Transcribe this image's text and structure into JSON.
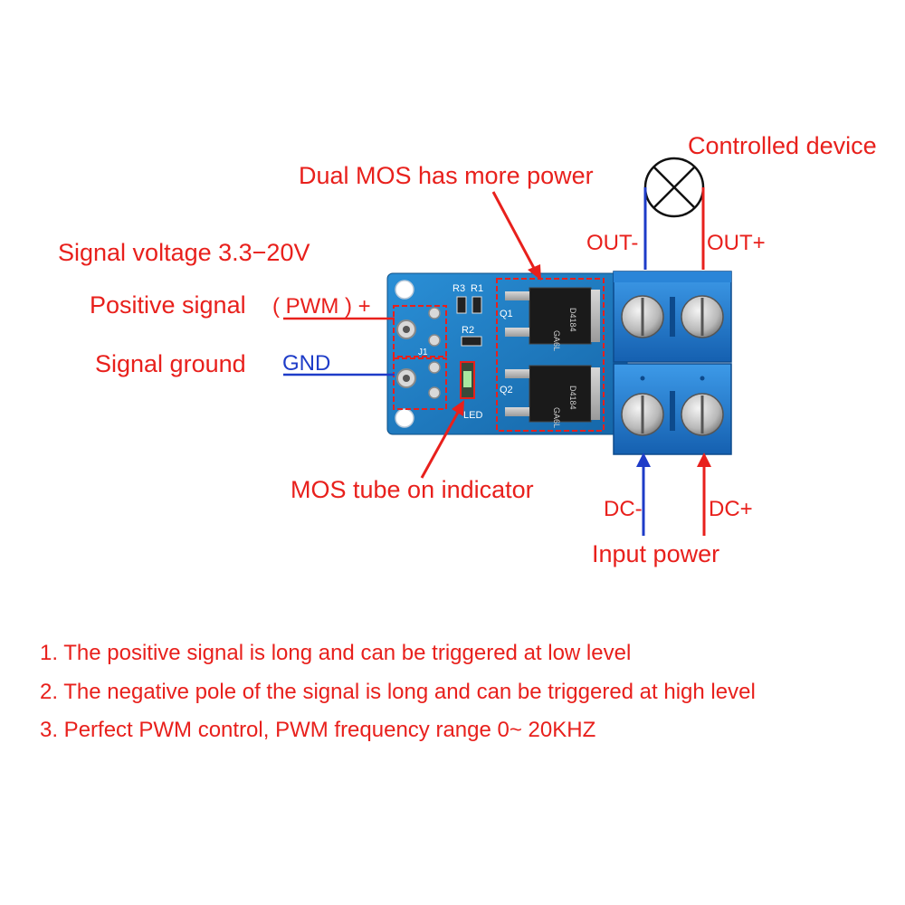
{
  "labels": {
    "controlled_device": "Controlled device",
    "dual_mos": "Dual MOS has more power",
    "out_minus": "OUT-",
    "out_plus": "OUT+",
    "signal_voltage": "Signal voltage 3.3−20V",
    "positive_signal": "Positive signal",
    "pwm_tag": "( PWM ) +",
    "signal_ground": "Signal ground",
    "gnd_tag": "GND",
    "mos_indicator": "MOS tube on indicator",
    "dc_minus": "DC-",
    "dc_plus": "DC+",
    "input_power": "Input power"
  },
  "board": {
    "silkscreen_r3": "R3",
    "silkscreen_r1": "R1",
    "silkscreen_r2": "R2",
    "silkscreen_q1": "Q1",
    "silkscreen_q2": "Q2",
    "silkscreen_led": "LED",
    "silkscreen_j1": "J1",
    "chip_marking_q1": "D4184",
    "chip_marking_q2": "D4184",
    "chip_code": "GA6L"
  },
  "notes": [
    "1. The positive signal is long and can be triggered at low level",
    "2. The negative pole of the signal is long and can be triggered at high level",
    "3. Perfect PWM control, PWM frequency range 0~ 20KHZ"
  ],
  "colors": {
    "annotation_red": "#e8201c",
    "wire_blue": "#1e3cc8",
    "pcb_blue": "#1a7fc4",
    "terminal_blue": "#1f7fd0"
  }
}
